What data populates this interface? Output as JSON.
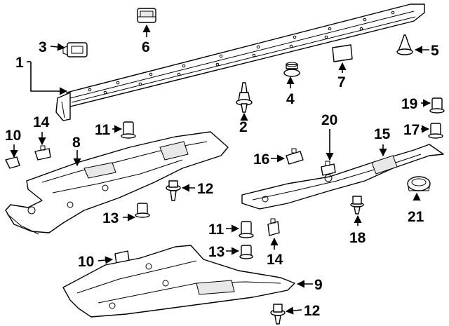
{
  "callouts": [
    {
      "id": "c1",
      "label": "1"
    },
    {
      "id": "c2",
      "label": "2"
    },
    {
      "id": "c3",
      "label": "3"
    },
    {
      "id": "c4",
      "label": "4"
    },
    {
      "id": "c5",
      "label": "5"
    },
    {
      "id": "c6",
      "label": "6"
    },
    {
      "id": "c7",
      "label": "7"
    },
    {
      "id": "c8",
      "label": "8"
    },
    {
      "id": "c9",
      "label": "9"
    },
    {
      "id": "c10a",
      "label": "10"
    },
    {
      "id": "c10b",
      "label": "10"
    },
    {
      "id": "c11a",
      "label": "11"
    },
    {
      "id": "c11b",
      "label": "11"
    },
    {
      "id": "c12a",
      "label": "12"
    },
    {
      "id": "c12b",
      "label": "12"
    },
    {
      "id": "c13a",
      "label": "13"
    },
    {
      "id": "c13b",
      "label": "13"
    },
    {
      "id": "c14a",
      "label": "14"
    },
    {
      "id": "c14b",
      "label": "14"
    },
    {
      "id": "c15",
      "label": "15"
    },
    {
      "id": "c16",
      "label": "16"
    },
    {
      "id": "c17",
      "label": "17"
    },
    {
      "id": "c18",
      "label": "18"
    },
    {
      "id": "c19",
      "label": "19"
    },
    {
      "id": "c20",
      "label": "20"
    },
    {
      "id": "c21",
      "label": "21"
    }
  ]
}
